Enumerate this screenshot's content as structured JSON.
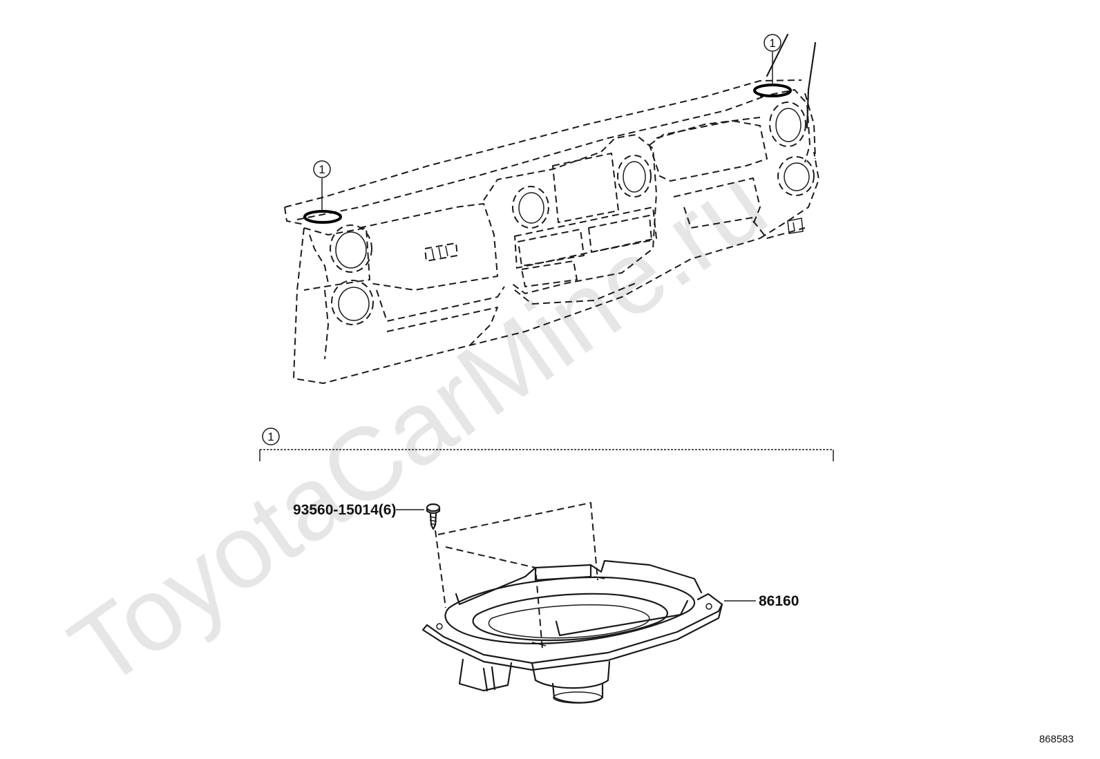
{
  "callout": {
    "marker": "1"
  },
  "parts": {
    "screw": {
      "number": "93560-15014(6)"
    },
    "speaker": {
      "number": "86160"
    }
  },
  "watermark": "ToyotaCarMine.ru",
  "illustration_id": "868583"
}
